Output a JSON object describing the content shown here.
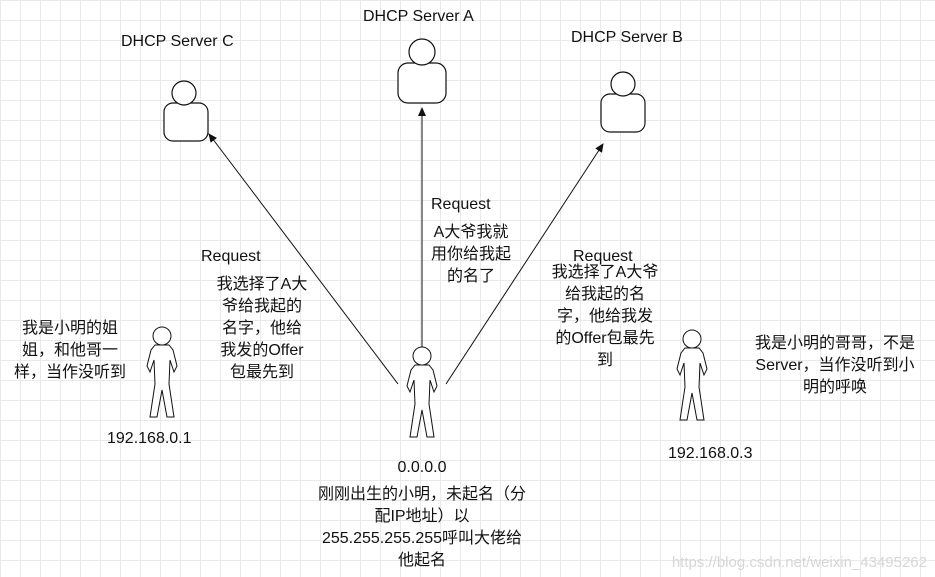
{
  "servers": {
    "a": {
      "label": "DHCP Server A"
    },
    "b": {
      "label": "DHCP Server B"
    },
    "c": {
      "label": "DHCP Server C"
    }
  },
  "arrows": {
    "to_c": {
      "label": "Request",
      "message": [
        "我选择了A大",
        "爷给我起的",
        "名字，他给",
        "我发的Offer",
        "包最先到"
      ]
    },
    "to_a": {
      "label": "Request",
      "message": [
        "A大爷我就",
        "用你给我起",
        "的名了"
      ]
    },
    "to_b": {
      "label": "Request",
      "message": [
        "我选择了A大爷",
        "给我起的名",
        "字，他给我发",
        "的Offer包最先",
        "到"
      ]
    }
  },
  "clients": {
    "left": {
      "ip": "192.168.0.1",
      "note": [
        "我是小明的姐",
        "姐，和他哥一",
        "样，当作没听到"
      ]
    },
    "center": {
      "ip": "0.0.0.0",
      "note": [
        "刚刚出生的小明，未起名（分",
        "配IP地址）以",
        "255.255.255.255呼叫大佬给",
        "他起名"
      ]
    },
    "right": {
      "ip": "192.168.0.3",
      "note": [
        "我是小明的哥哥，不是",
        "Server，当作没听到小",
        "明的呼唤"
      ]
    }
  },
  "watermark": "https://blog.csdn.net/weixin_43495262",
  "colors": {
    "stroke": "#111111",
    "grid": "#e9e9e9",
    "background": "#ffffff"
  },
  "icons": {
    "server": "user-icon",
    "client": "stick-figure-icon"
  }
}
